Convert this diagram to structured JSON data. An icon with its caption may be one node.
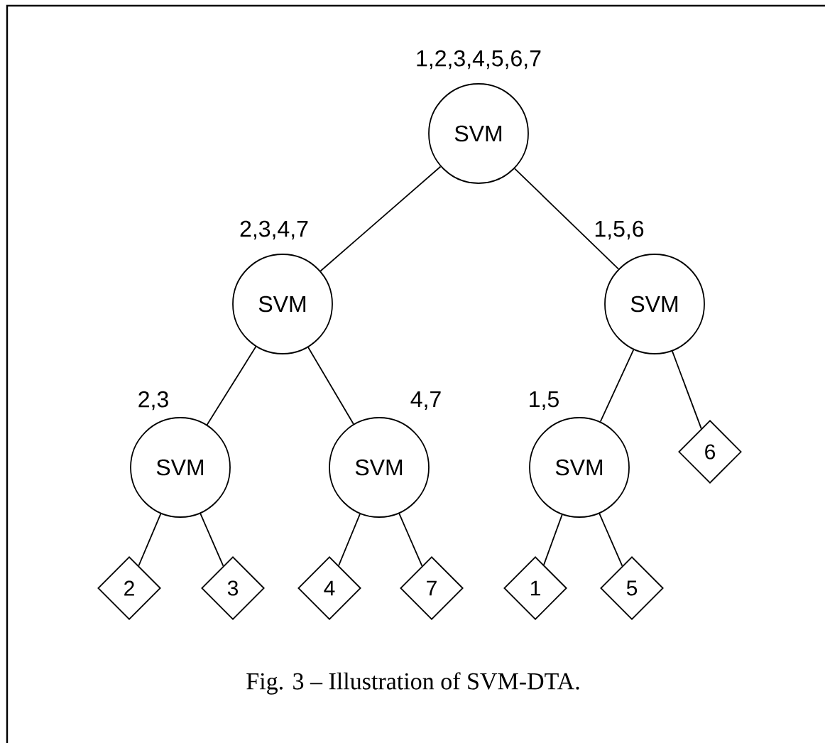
{
  "diagram": {
    "caption": "Fig. 3 – Illustration of SVM-DTA.",
    "nodes": [
      {
        "text": [
          "SVM"
        ],
        "beside": [
          "1,2,3,4,5,6,7"
        ]
      },
      {
        "text": [
          "SVM"
        ],
        "beside": [
          "2,3,4,7"
        ]
      },
      {
        "text": [
          "SVM"
        ],
        "beside": [
          "1,5,6"
        ]
      },
      {
        "text": [
          "SVM"
        ],
        "beside": [
          "2,3"
        ]
      },
      {
        "text": [
          "SVM"
        ],
        "beside": [
          "4,7"
        ]
      },
      {
        "text": [
          "SVM"
        ],
        "beside": [
          "1,5"
        ]
      },
      {
        "text": [
          "6"
        ]
      },
      {
        "text": [
          "2"
        ]
      },
      {
        "text": [
          "3"
        ]
      },
      {
        "text": [
          "4"
        ]
      },
      {
        "text": [
          "7"
        ]
      },
      {
        "text": [
          "1"
        ]
      },
      {
        "text": [
          "5"
        ]
      }
    ],
    "edges": [
      {
        "from": 0,
        "to": 1,
        "arrow": "none"
      },
      {
        "from": 0,
        "to": 2,
        "arrow": "none"
      },
      {
        "from": 1,
        "to": 3,
        "arrow": "none"
      },
      {
        "from": 1,
        "to": 4,
        "arrow": "none"
      },
      {
        "from": 2,
        "to": 5,
        "arrow": "none"
      },
      {
        "from": 2,
        "to": 6,
        "arrow": "none"
      },
      {
        "from": 3,
        "to": 7,
        "arrow": "none"
      },
      {
        "from": 3,
        "to": 8,
        "arrow": "none"
      },
      {
        "from": 4,
        "to": 9,
        "arrow": "none"
      },
      {
        "from": 4,
        "to": 10,
        "arrow": "none"
      },
      {
        "from": 5,
        "to": 11,
        "arrow": "none"
      },
      {
        "from": 5,
        "to": 12,
        "arrow": "none"
      }
    ]
  }
}
